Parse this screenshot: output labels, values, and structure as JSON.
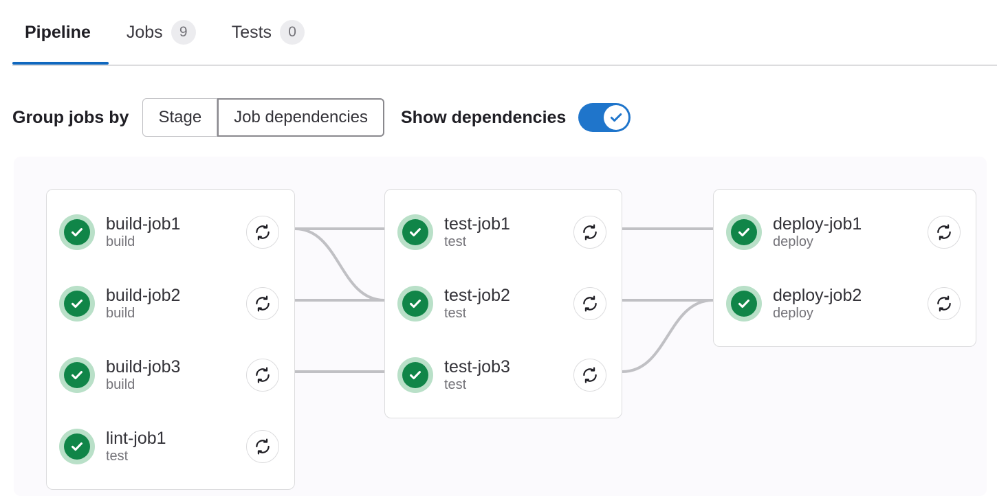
{
  "tabs": [
    {
      "label": "Pipeline",
      "badge": null,
      "active": true,
      "name": "tab-pipeline"
    },
    {
      "label": "Jobs",
      "badge": "9",
      "active": false,
      "name": "tab-jobs"
    },
    {
      "label": "Tests",
      "badge": "0",
      "active": false,
      "name": "tab-tests"
    }
  ],
  "controls": {
    "group_label": "Group jobs by",
    "segments": [
      {
        "label": "Stage",
        "selected": false
      },
      {
        "label": "Job dependencies",
        "selected": true
      }
    ],
    "toggle_label": "Show dependencies",
    "toggle_on": true,
    "toggle_icon": "check-icon"
  },
  "colors": {
    "accent_blue": "#1f75cb",
    "active_tab_underline": "#1068bf",
    "status_green": "#108548",
    "status_green_halo": "#b9e0c8",
    "connector_gray": "#c0c0c4",
    "card_border": "#dcdcde",
    "graph_background": "#fbfafd",
    "badge_background": "#ececef",
    "job_name_text": "#333238",
    "job_stage_text": "#737278"
  },
  "graph": {
    "columns": [
      {
        "id": "build-column",
        "jobs": [
          {
            "name": "build-job1",
            "stage": "build",
            "status": "success",
            "status_icon": "success-check-icon",
            "retry_icon": "retry-icon"
          },
          {
            "name": "build-job2",
            "stage": "build",
            "status": "success",
            "status_icon": "success-check-icon",
            "retry_icon": "retry-icon"
          },
          {
            "name": "build-job3",
            "stage": "build",
            "status": "success",
            "status_icon": "success-check-icon",
            "retry_icon": "retry-icon"
          },
          {
            "name": "lint-job1",
            "stage": "test",
            "status": "success",
            "status_icon": "success-check-icon",
            "retry_icon": "retry-icon"
          }
        ]
      },
      {
        "id": "test-column",
        "jobs": [
          {
            "name": "test-job1",
            "stage": "test",
            "status": "success",
            "status_icon": "success-check-icon",
            "retry_icon": "retry-icon"
          },
          {
            "name": "test-job2",
            "stage": "test",
            "status": "success",
            "status_icon": "success-check-icon",
            "retry_icon": "retry-icon"
          },
          {
            "name": "test-job3",
            "stage": "test",
            "status": "success",
            "status_icon": "success-check-icon",
            "retry_icon": "retry-icon"
          }
        ]
      },
      {
        "id": "deploy-column",
        "jobs": [
          {
            "name": "deploy-job1",
            "stage": "deploy",
            "status": "success",
            "status_icon": "success-check-icon",
            "retry_icon": "retry-icon"
          },
          {
            "name": "deploy-job2",
            "stage": "deploy",
            "status": "success",
            "status_icon": "success-check-icon",
            "retry_icon": "retry-icon"
          }
        ]
      }
    ],
    "links": [
      {
        "from": "build-job1",
        "to": "test-job1",
        "shape": "straight"
      },
      {
        "from": "build-job1",
        "to": "test-job2",
        "shape": "curve-down"
      },
      {
        "from": "build-job2",
        "to": "test-job2",
        "shape": "straight"
      },
      {
        "from": "build-job3",
        "to": "test-job3",
        "shape": "straight"
      },
      {
        "from": "test-job1",
        "to": "deploy-job1",
        "shape": "straight"
      },
      {
        "from": "test-job2",
        "to": "deploy-job2",
        "shape": "straight"
      },
      {
        "from": "test-job3",
        "to": "deploy-job2",
        "shape": "curve-up"
      }
    ]
  }
}
